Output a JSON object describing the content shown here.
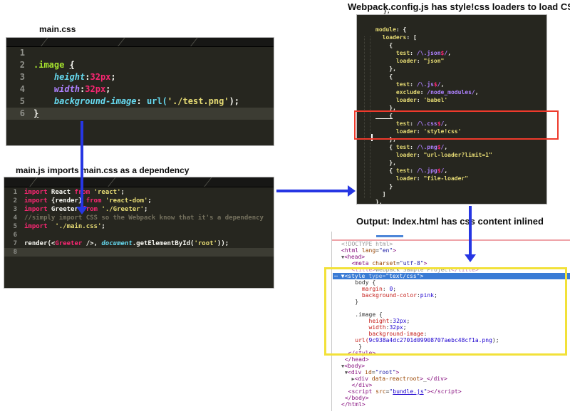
{
  "labels": {
    "main_css": "main.css",
    "main_js": "main.js imports main.css as a dependency",
    "webpack": "Webpack.config.js has style!css loaders to load CSS",
    "output": "Output: Index.html has css content inlined",
    "clipped_fragment": "},"
  },
  "colors": {
    "arrow-blue": "#2636e3",
    "red-box": "#ee3a2c",
    "yellow-box": "#f2e139",
    "selected-row-blue": "#3a7bd5",
    "devtools-topline-pink": "#efa3a8",
    "devtools-tab-blue": "#4d86d8",
    "editor-bg": "#26261f",
    "editor-bar": "#171715",
    "editor-line-highlight": "#3c3c33",
    "gutter-gray": "#8f908a",
    "mono-white": "#f8f8f2",
    "mono-pink": "#f92672",
    "mono-yellow": "#e6db74",
    "mono-cyan": "#66d9ef",
    "mono-purple": "#ae81ff",
    "mono-green": "#a6e22e",
    "mono-comment": "#75715e",
    "dt-tag": "#881280",
    "dt-attr": "#994500",
    "dt-value": "#1a1aa6",
    "dt-text": "#303030",
    "dt-css-prop": "#c41a16",
    "dt-css-value": "#1c00cf",
    "dt-doctype": "#9a9a9a"
  },
  "editors": {
    "main_css": {
      "lines": [
        {
          "n": "1",
          "t": []
        },
        {
          "n": "2",
          "t": [
            [
              ".image",
              "gn"
            ],
            [
              " ",
              "w"
            ],
            [
              "{",
              "wu"
            ]
          ]
        },
        {
          "n": "3",
          "t": [
            [
              "    ",
              "w"
            ],
            [
              "height",
              "cyi"
            ],
            [
              ":",
              "w"
            ],
            [
              "32px",
              "pk"
            ],
            [
              ";",
              "w"
            ]
          ]
        },
        {
          "n": "4",
          "t": [
            [
              "    ",
              "w"
            ],
            [
              "width",
              "pui"
            ],
            [
              ":",
              "w"
            ],
            [
              "32px",
              "pk"
            ],
            [
              ";",
              "w"
            ]
          ]
        },
        {
          "n": "5",
          "t": [
            [
              "    ",
              "w"
            ],
            [
              "background-image",
              "cyi"
            ],
            [
              ": ",
              "w"
            ],
            [
              "url(",
              "cy"
            ],
            [
              "'./test.png'",
              "yl"
            ],
            [
              ");",
              "w"
            ]
          ]
        },
        {
          "n": "6",
          "hl": true,
          "t": [
            [
              "}",
              "wu"
            ]
          ]
        }
      ]
    },
    "main_js": {
      "lines": [
        {
          "n": "1",
          "t": [
            [
              "import",
              "pk"
            ],
            [
              " React ",
              "w"
            ],
            [
              "from",
              "pk"
            ],
            [
              " ",
              "w"
            ],
            [
              "'react'",
              "yl"
            ],
            [
              ";",
              "w"
            ]
          ]
        },
        {
          "n": "2",
          "t": [
            [
              "import",
              "pk"
            ],
            [
              " {render} ",
              "w"
            ],
            [
              "from",
              "pk"
            ],
            [
              " ",
              "w"
            ],
            [
              "'react-dom'",
              "yl"
            ],
            [
              ";",
              "w"
            ]
          ]
        },
        {
          "n": "3",
          "t": [
            [
              "import",
              "pk"
            ],
            [
              " Greeter ",
              "w"
            ],
            [
              "from",
              "pk"
            ],
            [
              " ",
              "w"
            ],
            [
              "'./Greeter'",
              "yl"
            ],
            [
              ";",
              "w"
            ]
          ]
        },
        {
          "n": "4",
          "t": [
            [
              "//simply import CSS so the Webpack know that it's a dependency",
              "gy"
            ]
          ]
        },
        {
          "n": "5",
          "t": [
            [
              "import",
              "pk"
            ],
            [
              "  ",
              "w"
            ],
            [
              "'./main.css'",
              "yl"
            ],
            [
              ";",
              "w"
            ]
          ]
        },
        {
          "n": "6",
          "t": []
        },
        {
          "n": "7",
          "t": [
            [
              "render(<",
              "w"
            ],
            [
              "Greeter",
              "pk"
            ],
            [
              " />, ",
              "w"
            ],
            [
              "document",
              "cyi"
            ],
            [
              ".getElementById(",
              "w"
            ],
            [
              "'root'",
              "yl"
            ],
            [
              "));",
              "w"
            ]
          ]
        },
        {
          "n": "8",
          "hl": true,
          "t": []
        }
      ]
    },
    "webpack": {
      "lines": [
        {
          "t": [
            [
              "module",
              "yl"
            ],
            [
              ": {",
              "w"
            ]
          ]
        },
        {
          "t": [
            [
              "  ",
              "w"
            ],
            [
              "loaders",
              "yl"
            ],
            [
              ": [",
              "w"
            ]
          ]
        },
        {
          "t": [
            [
              "    {",
              "w"
            ]
          ]
        },
        {
          "t": [
            [
              "      ",
              "w"
            ],
            [
              "test",
              "yl"
            ],
            [
              ": ",
              "w"
            ],
            [
              "/\\.json",
              "pu"
            ],
            [
              "$",
              "pk"
            ],
            [
              "/",
              "pu"
            ],
            [
              ",",
              "w"
            ]
          ]
        },
        {
          "t": [
            [
              "      ",
              "w"
            ],
            [
              "loader",
              "yl"
            ],
            [
              ": ",
              "w"
            ],
            [
              "\"json\"",
              "yl"
            ]
          ]
        },
        {
          "t": [
            [
              "    },",
              "w"
            ]
          ]
        },
        {
          "t": [
            [
              "    {",
              "w"
            ]
          ]
        },
        {
          "t": [
            [
              "      ",
              "w"
            ],
            [
              "test",
              "yl"
            ],
            [
              ": ",
              "w"
            ],
            [
              "/\\.js",
              "pu"
            ],
            [
              "$",
              "pk"
            ],
            [
              "/",
              "pu"
            ],
            [
              ",",
              "w"
            ]
          ]
        },
        {
          "t": [
            [
              "      ",
              "w"
            ],
            [
              "exclude",
              "yl"
            ],
            [
              ": ",
              "w"
            ],
            [
              "/node_modules/",
              "pu"
            ],
            [
              ",",
              "w"
            ]
          ]
        },
        {
          "t": [
            [
              "      ",
              "w"
            ],
            [
              "loader",
              "yl"
            ],
            [
              ": ",
              "w"
            ],
            [
              "'babel'",
              "yl"
            ]
          ]
        },
        {
          "t": [
            [
              "    },",
              "w"
            ]
          ]
        },
        {
          "t": [
            [
              "    {",
              "wu"
            ]
          ]
        },
        {
          "t": [
            [
              "      ",
              "w"
            ],
            [
              "test",
              "yl"
            ],
            [
              ": ",
              "w"
            ],
            [
              "/\\.css",
              "pu"
            ],
            [
              "$",
              "pk"
            ],
            [
              "/",
              "pu"
            ],
            [
              ",",
              "w"
            ]
          ]
        },
        {
          "t": [
            [
              "      ",
              "w"
            ],
            [
              "loader",
              "yl"
            ],
            [
              ": ",
              "w"
            ],
            [
              "'style!css'",
              "yl"
            ]
          ]
        },
        {
          "t": [
            [
              "    },",
              "w"
            ]
          ]
        },
        {
          "t": [
            [
              "    { ",
              "w"
            ],
            [
              "test",
              "yl"
            ],
            [
              ": ",
              "w"
            ],
            [
              "/\\.png",
              "pu"
            ],
            [
              "$",
              "pk"
            ],
            [
              "/",
              "pu"
            ],
            [
              ",",
              "w"
            ]
          ]
        },
        {
          "t": [
            [
              "      ",
              "w"
            ],
            [
              "loader",
              "yl"
            ],
            [
              ": ",
              "w"
            ],
            [
              "\"url-loader?limit=1\"",
              "yl"
            ]
          ]
        },
        {
          "t": [
            [
              "    },",
              "w"
            ]
          ]
        },
        {
          "t": [
            [
              "    { ",
              "w"
            ],
            [
              "test",
              "yl"
            ],
            [
              ": ",
              "w"
            ],
            [
              "/\\.jpg",
              "pu"
            ],
            [
              "$",
              "pk"
            ],
            [
              "/",
              "pu"
            ],
            [
              ",",
              "w"
            ]
          ]
        },
        {
          "t": [
            [
              "      ",
              "w"
            ],
            [
              "loader",
              "yl"
            ],
            [
              ": ",
              "w"
            ],
            [
              "\"file-loader\"",
              "yl"
            ]
          ]
        },
        {
          "t": [
            [
              "    }",
              "w"
            ]
          ]
        },
        {
          "t": [
            [
              "  ]",
              "w"
            ]
          ]
        },
        {
          "t": [
            [
              "},",
              "w"
            ]
          ]
        }
      ]
    }
  },
  "devtools": {
    "lines": [
      {
        "t": [
          [
            "<!DOCTYPE html>",
            "dgy"
          ]
        ]
      },
      {
        "t": [
          [
            "<html ",
            "tag"
          ],
          [
            "lang",
            "attr"
          ],
          [
            "=",
            "blk"
          ],
          [
            "\"en\"",
            "val"
          ],
          [
            ">",
            "tag"
          ]
        ]
      },
      {
        "t": [
          [
            "▼",
            "tri"
          ],
          [
            "<head>",
            "tag"
          ]
        ]
      },
      {
        "t": [
          [
            "   ",
            "blk"
          ],
          [
            "<meta ",
            "tag"
          ],
          [
            "charset",
            "attr"
          ],
          [
            "=",
            "blk"
          ],
          [
            "\"utf-8\"",
            "val"
          ],
          [
            ">",
            "tag"
          ]
        ]
      },
      {
        "dim": true,
        "t": [
          [
            "   ",
            "blk"
          ],
          [
            "<title>",
            "tag"
          ],
          [
            "Webpack Sample Project",
            "blk"
          ],
          [
            "</title>",
            "tag"
          ]
        ]
      },
      {
        "sel": true,
        "t": [
          [
            "⋯ ",
            "sdots"
          ],
          [
            "▼",
            "stag"
          ],
          [
            "<style ",
            "stag"
          ],
          [
            "type",
            "sattr"
          ],
          [
            "=",
            "sattr"
          ],
          [
            "\"text/css\"",
            "stag"
          ],
          [
            ">",
            "stag"
          ]
        ]
      },
      {
        "t": [
          [
            "    body {",
            "blk"
          ]
        ]
      },
      {
        "t": [
          [
            "      ",
            "blk"
          ],
          [
            "margin",
            "prop"
          ],
          [
            ": ",
            "blk"
          ],
          [
            "0",
            "cssval"
          ],
          [
            ";",
            "blk"
          ]
        ]
      },
      {
        "t": [
          [
            "      ",
            "blk"
          ],
          [
            "background-color",
            "prop"
          ],
          [
            ":",
            "blk"
          ],
          [
            "pink",
            "cssval"
          ],
          [
            ";",
            "blk"
          ]
        ]
      },
      {
        "t": [
          [
            "    }",
            "blk"
          ]
        ]
      },
      {
        "t": [
          [
            " ",
            "blk"
          ]
        ]
      },
      {
        "t": [
          [
            "    .image {",
            "blk"
          ]
        ]
      },
      {
        "t": [
          [
            "        ",
            "blk"
          ],
          [
            "height",
            "prop"
          ],
          [
            ":",
            "blk"
          ],
          [
            "32px",
            "cssval"
          ],
          [
            ";",
            "blk"
          ]
        ]
      },
      {
        "t": [
          [
            "        ",
            "blk"
          ],
          [
            "width",
            "prop"
          ],
          [
            ":",
            "blk"
          ],
          [
            "32px",
            "cssval"
          ],
          [
            ";",
            "blk"
          ]
        ]
      },
      {
        "t": [
          [
            "        ",
            "blk"
          ],
          [
            "background-image",
            "prop"
          ],
          [
            ":",
            "blk"
          ]
        ]
      },
      {
        "t": [
          [
            "    ",
            "blk"
          ],
          [
            "url(",
            "prop"
          ],
          [
            "9c938a4dc2701d09908707aebc48cf1a.png",
            "cssval"
          ],
          [
            ");",
            "blk"
          ]
        ]
      },
      {
        "t": [
          [
            "     }",
            "blk"
          ]
        ]
      },
      {
        "t": [
          [
            "  </style>",
            "tag"
          ]
        ]
      },
      {
        "t": [
          [
            " </head>",
            "tag"
          ]
        ]
      },
      {
        "t": [
          [
            "▼",
            "tri"
          ],
          [
            "<body>",
            "tag"
          ]
        ]
      },
      {
        "t": [
          [
            " ",
            "blk"
          ],
          [
            "▼",
            "tri"
          ],
          [
            "<div ",
            "tag"
          ],
          [
            "id",
            "attr"
          ],
          [
            "=",
            "blk"
          ],
          [
            "\"root\"",
            "val"
          ],
          [
            ">",
            "tag"
          ]
        ]
      },
      {
        "t": [
          [
            "   ",
            "blk"
          ],
          [
            "▶",
            "tri"
          ],
          [
            "<div ",
            "tag"
          ],
          [
            "data-reactroot",
            "attr"
          ],
          [
            ">",
            "tag"
          ],
          [
            "_",
            "blk"
          ],
          [
            "</div>",
            "tag"
          ]
        ]
      },
      {
        "t": [
          [
            "   </div>",
            "tag"
          ]
        ]
      },
      {
        "t": [
          [
            "  <script ",
            "tag"
          ],
          [
            "src",
            "attr"
          ],
          [
            "=",
            "blk"
          ],
          [
            "\"",
            "val"
          ],
          [
            "bundle.js",
            "link"
          ],
          [
            "\"",
            "val"
          ],
          [
            "></script>",
            "tag"
          ]
        ]
      },
      {
        "t": [
          [
            " </body>",
            "tag"
          ]
        ]
      },
      {
        "t": [
          [
            "</html>",
            "tag"
          ]
        ]
      }
    ]
  }
}
